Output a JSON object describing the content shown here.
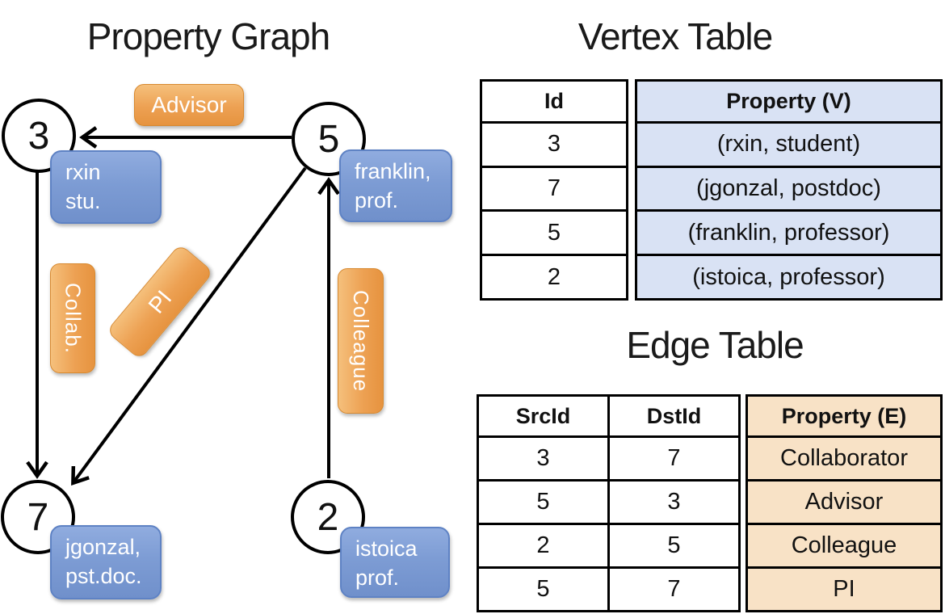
{
  "graph": {
    "title": "Property Graph",
    "nodes": [
      {
        "id": "3",
        "property_line1": "rxin",
        "property_line2": "stu."
      },
      {
        "id": "5",
        "property_line1": "franklin,",
        "property_line2": "prof."
      },
      {
        "id": "7",
        "property_line1": "jgonzal,",
        "property_line2": "pst.doc."
      },
      {
        "id": "2",
        "property_line1": "istoica",
        "property_line2": "prof."
      }
    ],
    "edge_labels": {
      "advisor": "Advisor",
      "collab": "Collab.",
      "pi": "PI",
      "colleague": "Colleague"
    }
  },
  "vertex_table": {
    "title": "Vertex Table",
    "columns": {
      "id": "Id",
      "property": "Property (V)"
    },
    "rows": [
      {
        "id": "3",
        "property": "(rxin, student)"
      },
      {
        "id": "7",
        "property": "(jgonzal, postdoc)"
      },
      {
        "id": "5",
        "property": "(franklin, professor)"
      },
      {
        "id": "2",
        "property": "(istoica, professor)"
      }
    ]
  },
  "edge_table": {
    "title": "Edge Table",
    "columns": {
      "src": "SrcId",
      "dst": "DstId",
      "property": "Property (E)"
    },
    "rows": [
      {
        "src": "3",
        "dst": "7",
        "property": "Collaborator"
      },
      {
        "src": "5",
        "dst": "3",
        "property": "Advisor"
      },
      {
        "src": "2",
        "dst": "5",
        "property": "Colleague"
      },
      {
        "src": "5",
        "dst": "7",
        "property": "PI"
      }
    ]
  },
  "colors": {
    "edge_label_orange": "#eda153",
    "edge_label_orange_border": "#d8892f",
    "vertex_box_blue": "#7d9cd4",
    "vertex_box_blue_border": "#5e82c4",
    "vertex_table_cell_blue": "#d9e2f4",
    "edge_table_cell_tan": "#f8e2c6",
    "line_black": "#000000"
  }
}
